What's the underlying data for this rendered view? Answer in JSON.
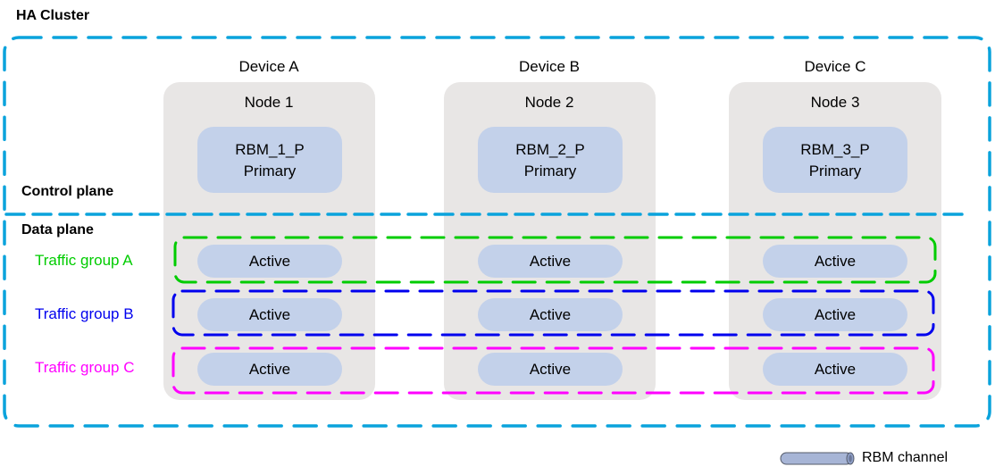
{
  "title": "HA Cluster",
  "sections": {
    "control_plane": "Control plane",
    "data_plane": "Data plane"
  },
  "devices": [
    {
      "device": "Device A",
      "node": "Node 1",
      "rbm_name": "RBM_1_P",
      "rbm_role": "Primary"
    },
    {
      "device": "Device B",
      "node": "Node 2",
      "rbm_name": "RBM_2_P",
      "rbm_role": "Primary"
    },
    {
      "device": "Device C",
      "node": "Node 3",
      "rbm_name": "RBM_3_P",
      "rbm_role": "Primary"
    }
  ],
  "traffic_groups": [
    {
      "label": "Traffic group A",
      "color": "#00cc00",
      "states": [
        "Active",
        "Active",
        "Active"
      ]
    },
    {
      "label": "Traffic group B",
      "color": "#0000ee",
      "states": [
        "Active",
        "Active",
        "Active"
      ]
    },
    {
      "label": "Traffic group C",
      "color": "#ff00ff",
      "states": [
        "Active",
        "Active",
        "Active"
      ]
    }
  ],
  "legend": {
    "channel_label": "RBM channel",
    "icon": "cylinder-pipe-icon"
  },
  "colors": {
    "cluster_border": "#0aa3dc",
    "node_fill": "#e8e6e5",
    "rbm_fill": "#c3d1ea",
    "pipe_fill": "#a7b5d6"
  }
}
